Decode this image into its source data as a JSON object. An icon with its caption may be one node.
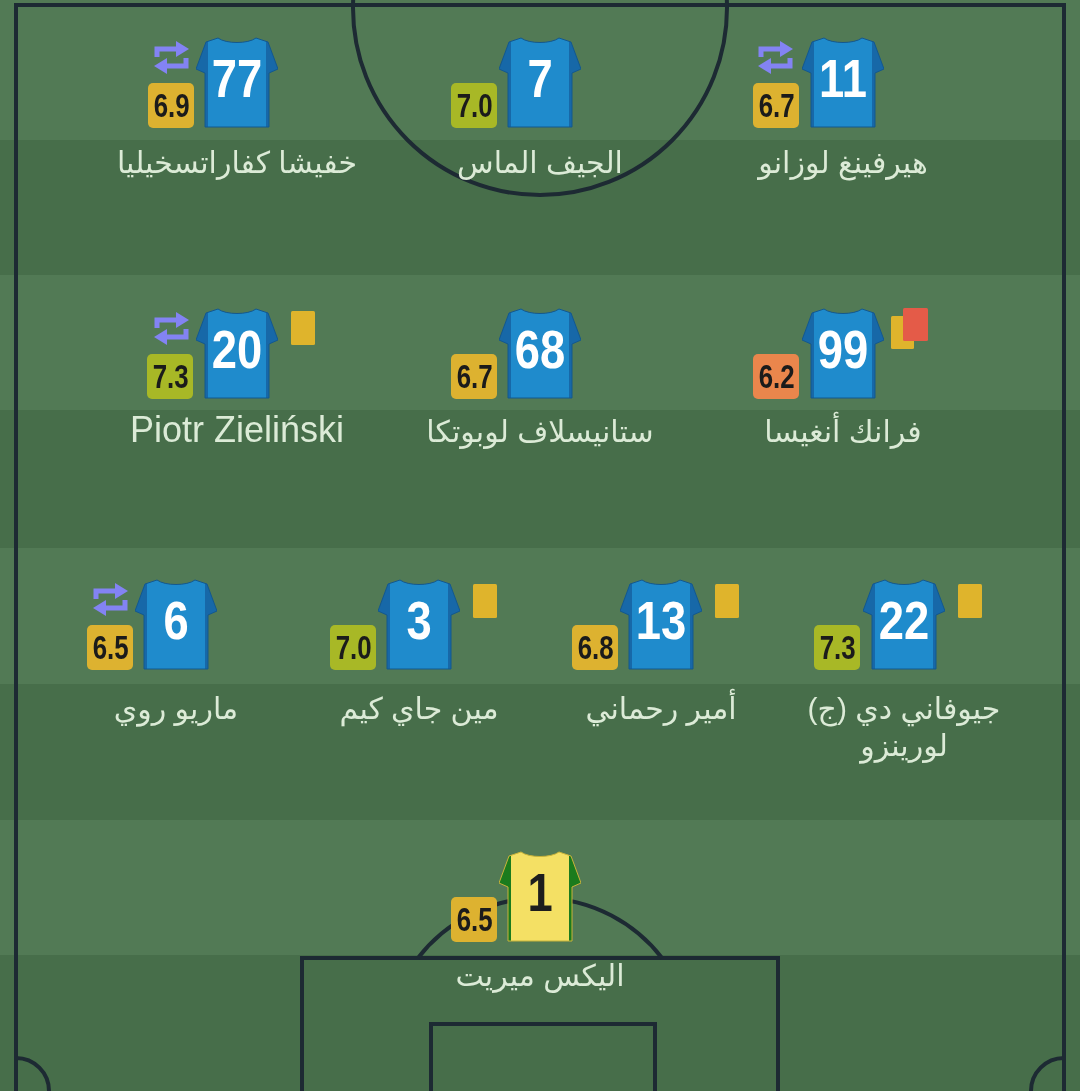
{
  "diagram": {
    "nodes": [
      {
        "text": [
          "77"
        ],
        "beside": [
          "خفيشا كفاراتسخيليا"
        ]
      },
      {
        "text": [
          "6.9"
        ]
      },
      {
        "text": [
          "7"
        ],
        "beside": [
          "الجيف الماس"
        ]
      },
      {
        "text": [
          "7.0"
        ]
      },
      {
        "text": [
          "11"
        ],
        "beside": [
          "هيرفينغ لوزانو"
        ]
      },
      {
        "text": [
          "6.7"
        ]
      },
      {
        "text": [
          "20"
        ],
        "beside": [
          "Piotr Zieliński"
        ]
      },
      {
        "text": [
          "7.3"
        ]
      },
      {
        "text": [
          "68"
        ],
        "beside": [
          "ستانيسلاف لوبوتكا"
        ]
      },
      {
        "text": [
          "6.7"
        ]
      },
      {
        "text": [
          "99"
        ],
        "beside": [
          "فرانك أنغيسا"
        ]
      },
      {
        "text": [
          "6.2"
        ]
      },
      {
        "text": [
          "6"
        ],
        "beside": [
          "ماريو روي"
        ]
      },
      {
        "text": [
          "6.5"
        ]
      },
      {
        "text": [
          "3"
        ],
        "beside": [
          "مين جاي كيم"
        ]
      },
      {
        "text": [
          "7.0"
        ]
      },
      {
        "text": [
          "13"
        ],
        "beside": [
          "أمير رحماني"
        ]
      },
      {
        "text": [
          "6.8"
        ]
      },
      {
        "text": [
          "22"
        ],
        "beside": [
          "جيوفاني دي (ج) لورينزو"
        ]
      },
      {
        "text": [
          "7.3"
        ]
      },
      {
        "text": [
          "1"
        ],
        "beside": [
          "اليكس ميريت"
        ]
      },
      {
        "text": [
          "6.5"
        ]
      }
    ]
  }
}
